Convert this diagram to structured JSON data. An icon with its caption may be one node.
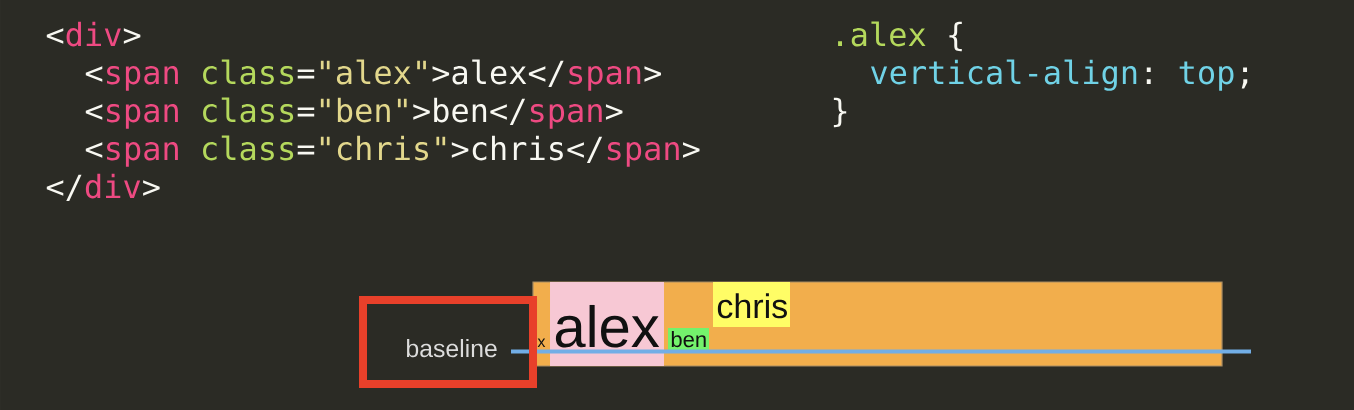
{
  "diagram": {
    "nodes": [
      {
        "text": [
          "baseline"
        ]
      },
      {
        "text": [
          "x"
        ]
      },
      {
        "text": [
          "alex"
        ],
        "in": 1
      },
      {
        "text": [
          "ben"
        ],
        "in": 1
      },
      {
        "text": [
          "chris"
        ],
        "in": 1
      }
    ],
    "labels": [
      "<div>",
      "<span class=\"alex\">alex</span>",
      "<span class=\"ben\">ben</span>",
      "<span class=\"chris\">chris</span>",
      "</div>",
      ".alex {",
      "vertical-align: top;",
      "}"
    ]
  }
}
